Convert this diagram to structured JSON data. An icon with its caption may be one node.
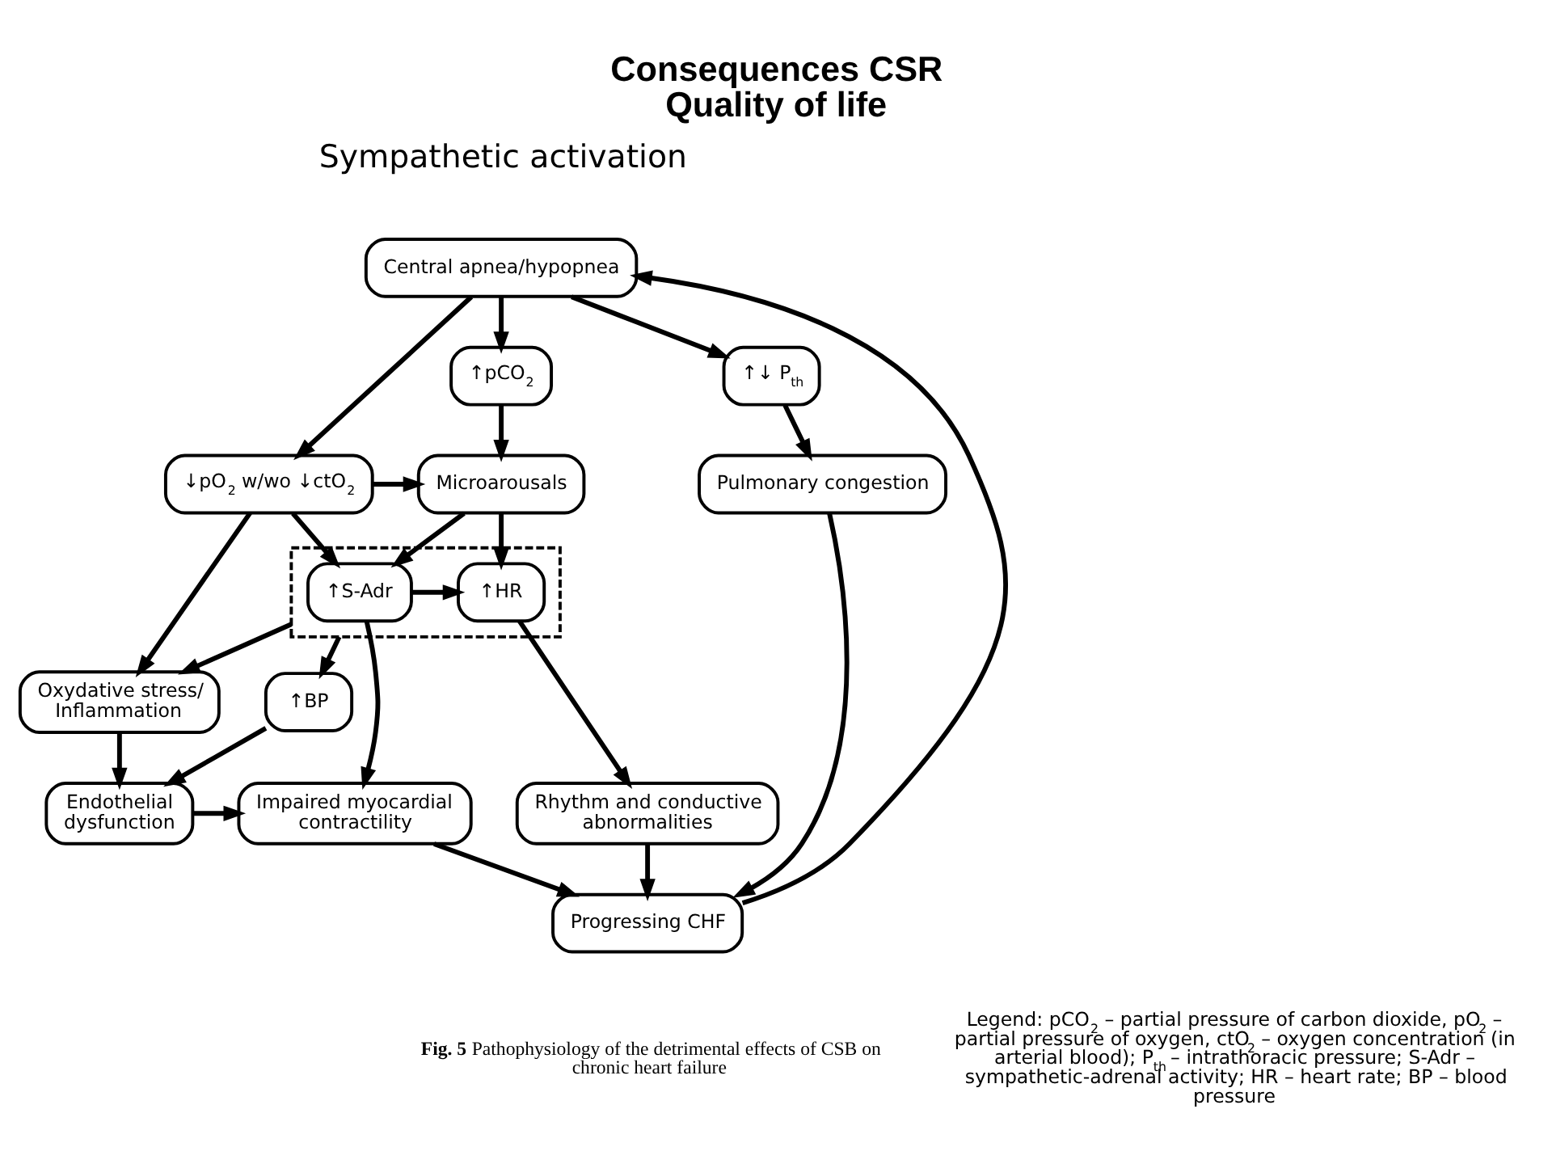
{
  "diagram": {
    "title": "Consequences CSR Quality of life",
    "caption": "**Fig. 5** Pathophysiology of the detrimental effects of CSB on chronic heart failure",
    "nodes": [
      {
        "text": [
          "Central apnea/hypopnea"
        ]
      },
      {
        "text": [
          "↑pCO$_{2}$"
        ]
      },
      {
        "text": [
          "↓pO$_{2}$ w/wo ↓ctO$_{2}$"
        ]
      },
      {
        "text": [
          "Microarousals"
        ]
      },
      {
        "text": [
          "↑↓ P$_{th}$"
        ]
      },
      {
        "text": [
          "Oxydative stress/ Inflammation"
        ]
      },
      {
        "text": [],
        "shape": "box"
      },
      {
        "text": [
          "↑S-Adr"
        ],
        "in": 6
      },
      {
        "text": [
          "↑HR"
        ],
        "in": 6
      },
      {
        "text": [
          "Pulmonary congestion"
        ]
      },
      {
        "text": [
          "↑BP"
        ]
      },
      {
        "text": [
          "Endothelial dysfunction"
        ]
      },
      {
        "text": [
          "Impaired myocardial contractility"
        ]
      },
      {
        "text": [
          "Rhythm and conductive abnormalities"
        ]
      },
      {
        "text": [
          "Progressing CHF"
        ]
      }
    ],
    "edges": [
      {
        "from": 0,
        "to": 1,
        "arrow": "to"
      },
      {
        "from": 0,
        "to": 2,
        "arrow": "to"
      },
      {
        "from": 0,
        "to": 4,
        "arrow": "to"
      },
      {
        "from": 1,
        "to": 3,
        "arrow": "to"
      },
      {
        "from": 2,
        "to": 3,
        "arrow": "to"
      },
      {
        "from": 2,
        "to": 5,
        "arrow": "to"
      },
      {
        "from": 2,
        "to": 7,
        "arrow": "to"
      },
      {
        "from": 3,
        "to": 7,
        "arrow": "to"
      },
      {
        "from": 3,
        "to": 8,
        "arrow": "to"
      },
      {
        "from": 4,
        "to": 9,
        "arrow": "to"
      },
      {
        "from": 6,
        "to": 5,
        "arrow": "to"
      },
      {
        "from": 7,
        "to": 8,
        "arrow": "to"
      },
      {
        "from": 6,
        "to": 10,
        "arrow": "to"
      },
      {
        "from": 5,
        "to": 11,
        "arrow": "to"
      },
      {
        "from": 10,
        "to": 11,
        "arrow": "to"
      },
      {
        "from": 7,
        "to": 12,
        "arrow": "to"
      },
      {
        "from": 8,
        "to": 13,
        "arrow": "to"
      },
      {
        "from": 11,
        "to": 12,
        "arrow": "to"
      },
      {
        "from": 12,
        "to": 14,
        "arrow": "to"
      },
      {
        "from": 13,
        "to": 14,
        "arrow": "to"
      },
      {
        "from": 9,
        "to": 14,
        "arrow": "to"
      },
      {
        "from": 14,
        "to": 0,
        "arrow": "to"
      }
    ],
    "labels": [
      "Sympathetic activation",
      "Legend: pCO$_{2}$ – partial pressure of carbon dioxide, pO$_{2}$ – partial pressure of oxygen, ctO$_{2}$ – oxygen concentration (in arterial blood); P$_{th}$ – intrathoracic pressure; S-Adr – sympathetic-adrenal activity; HR – heart rate; BP – blood pressure"
    ]
  }
}
